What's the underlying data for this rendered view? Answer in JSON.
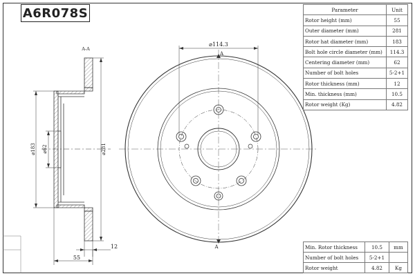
{
  "title": "A6R078S",
  "spec_table": {
    "header_parameter": "Parameter",
    "header_unit": "Unit",
    "rows": [
      {
        "label": "Rotor height (mm)",
        "value": "55"
      },
      {
        "label": "Outer diameter (mm)",
        "value": "281"
      },
      {
        "label": "Rotor hat diameter (mm)",
        "value": "183"
      },
      {
        "label": "Bolt hole circle diameter (mm)",
        "value": "114.3"
      },
      {
        "label": "Centering diameter (mm)",
        "value": "62"
      },
      {
        "label": "Number of bolt holes",
        "value": "5-2+1"
      },
      {
        "label": "Rotor thickness (mm)",
        "value": "12"
      },
      {
        "label": "Min. thickness (mm)",
        "value": "10.5"
      },
      {
        "label": "Rotor weight (Kg)",
        "value": "4.82"
      }
    ]
  },
  "summary_table": {
    "rows": [
      {
        "label": "Min. Rotor thickness",
        "value": "10.5",
        "unit": "mm"
      },
      {
        "label": "Number of bolt holes",
        "value": "5-2+1",
        "unit": ""
      },
      {
        "label": "Rotor weight",
        "value": "4.82",
        "unit": "Kg"
      }
    ]
  },
  "drawing": {
    "section_label": "A-A",
    "dim_hat_diameter": "⌀183",
    "dim_center_diameter": "⌀62",
    "dim_outer_diameter_side": "⌀281",
    "dim_thickness": "12",
    "dim_height": "55",
    "dim_bolt_circle": "⌀114.3",
    "section_mark_top": "A",
    "section_mark_bottom": "A"
  }
}
